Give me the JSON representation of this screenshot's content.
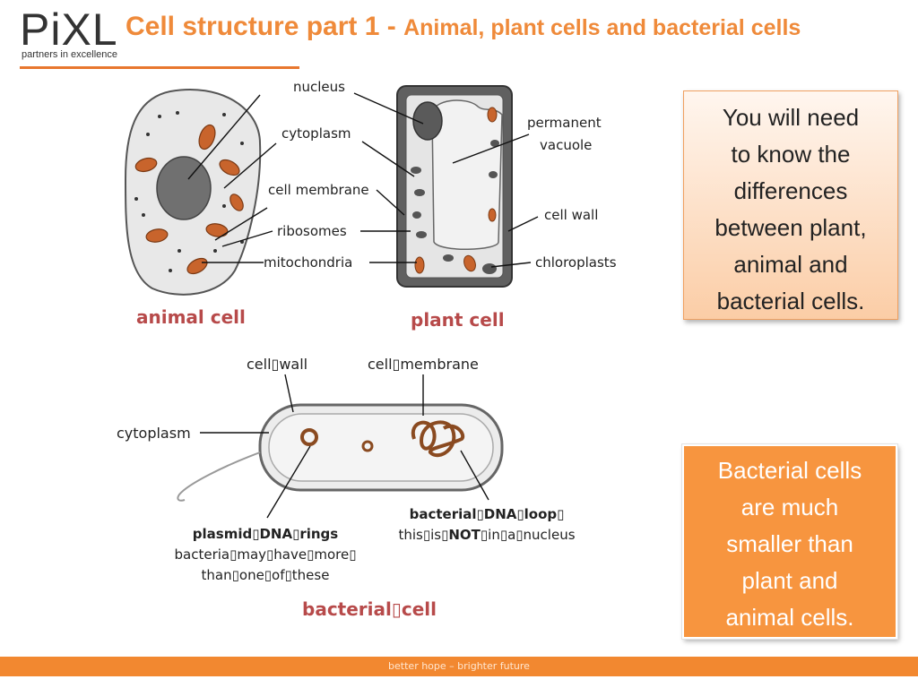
{
  "logo": {
    "text": "PiXL",
    "tagline": "partners in excellence"
  },
  "title": {
    "main": "Cell structure part 1 - ",
    "sub": "Animal, plant cells and bacterial cells"
  },
  "labels": {
    "nucleus": "nucleus",
    "cytoplasm": "cytoplasm",
    "cell_membrane": "cell membrane",
    "ribosomes": "ribosomes",
    "mitochondria": "mitochondria",
    "permanent_vacuole_1": "permanent",
    "permanent_vacuole_2": "vacuole",
    "cell_wall": "cell wall",
    "chloroplasts": "chloroplasts"
  },
  "captions": {
    "animal": "animal cell",
    "plant": "plant cell",
    "bacterial": "bacterial▯cell"
  },
  "bacteria_labels": {
    "cell_wall": "cell▯wall",
    "cell_membrane": "cell▯membrane",
    "cytoplasm": "cytoplasm",
    "plasmid_title": "plasmid▯DNA▯rings",
    "plasmid_line2": "bacteria▯may▯have▯more▯",
    "plasmid_line3": "than▯one▯of▯these",
    "loop_title": "bacterial▯DNA▯loop▯",
    "loop_pre": "this▯is▯",
    "loop_not": "NOT",
    "loop_post": "▯in▯a▯nucleus"
  },
  "info_box_1": {
    "line1": "You will need",
    "line2": "to know the",
    "line3": "differences",
    "line4": "between plant,",
    "line5": "animal and",
    "line6": "bacterial cells."
  },
  "info_box_2": {
    "line1": "Bacterial cells",
    "line2": "are much",
    "line3": "smaller than",
    "line4": "plant and",
    "line5": "animal cells."
  },
  "footer": {
    "text": "better hope – brighter future"
  },
  "colors": {
    "accent": "#f28830",
    "title": "#ef8a3a",
    "caption": "#b74a4a",
    "mitochondria": "#c9622a"
  }
}
